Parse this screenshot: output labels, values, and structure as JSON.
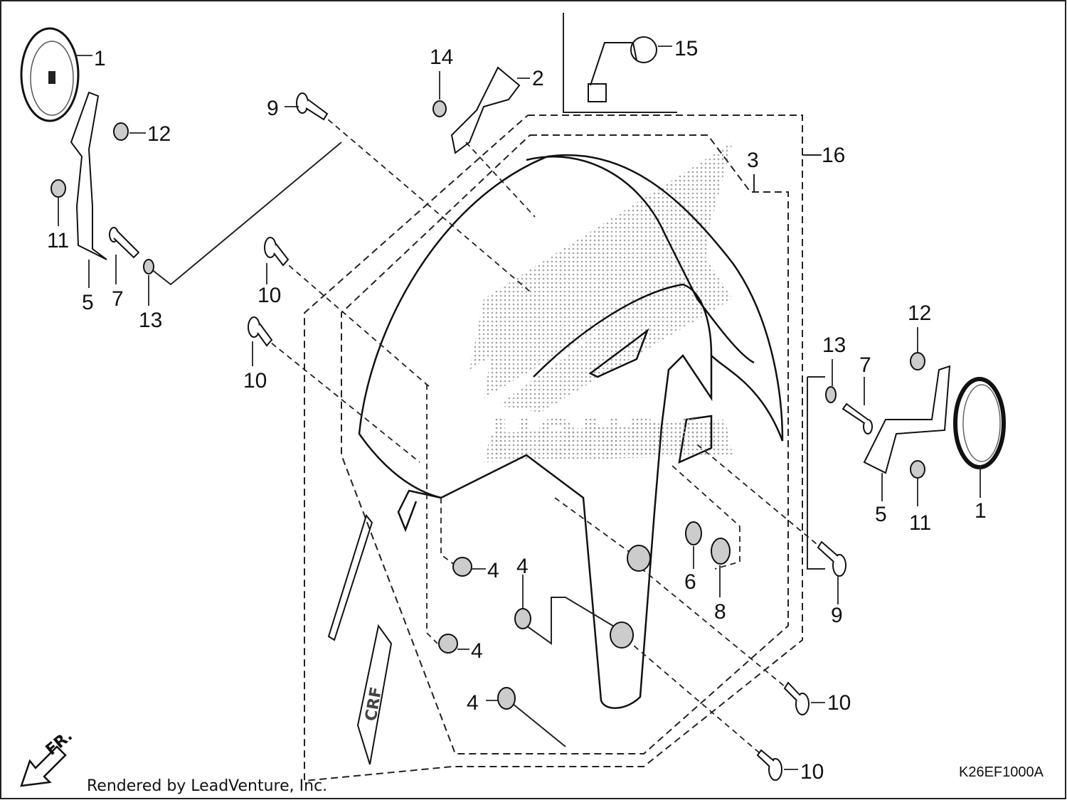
{
  "diagram": {
    "callouts": [
      "1",
      "1",
      "2",
      "3",
      "4",
      "4",
      "4",
      "4",
      "5",
      "5",
      "6",
      "7",
      "7",
      "8",
      "9",
      "9",
      "10",
      "10",
      "10",
      "10",
      "11",
      "11",
      "12",
      "12",
      "13",
      "13",
      "14",
      "15",
      "16"
    ],
    "brand_watermark": "HONDA",
    "emblem_text": "CRF",
    "direction_marker": "FR.",
    "figure_code": "K26EF1000A",
    "credit": "Rendered by LeadVenture, Inc."
  }
}
